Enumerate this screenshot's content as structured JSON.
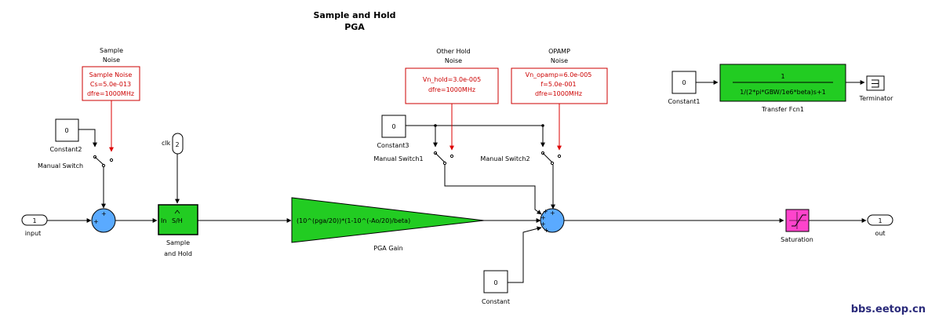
{
  "title": {
    "line1": "Sample and Hold",
    "line2": "PGA"
  },
  "blocks": {
    "inport_input": {
      "number": "1",
      "label": "input"
    },
    "outport_out": {
      "number": "1",
      "label": "out"
    },
    "clk": {
      "label": "clk",
      "number": "2"
    },
    "constant2": {
      "value": "0",
      "label": "Constant2"
    },
    "constant3": {
      "value": "0",
      "label": "Constant3"
    },
    "constant": {
      "value": "0",
      "label": "Constant"
    },
    "constant1": {
      "value": "0",
      "label": "Constant1"
    },
    "manual_switch": {
      "label": "Manual Switch"
    },
    "manual_switch1": {
      "label": "Manual Switch1"
    },
    "manual_switch2": {
      "label": "Manual Switch2"
    },
    "sample_hold": {
      "port_in": "In",
      "text": "S/H",
      "label_line1": "Sample",
      "label_line2": "and Hold"
    },
    "pga_gain": {
      "expr": "(10^(pga/20))*(1-10^(-Ao/20)/beta)",
      "label": "PGA Gain"
    },
    "saturation": {
      "label": "Saturation"
    },
    "transfer_fcn": {
      "numerator": "1",
      "denominator": "1/(2*pi*GBW/1e6*beta)s+1",
      "label": "Transfer Fcn1"
    },
    "terminator": {
      "label": "Terminator"
    },
    "sample_noise": {
      "title_line1": "Sample",
      "title_line2": "Noise",
      "line1": "Sample Noise",
      "line2": "Cs=5.0e-013",
      "line3": "dfre=1000MHz"
    },
    "other_hold_noise": {
      "title_line1": "Other Hold",
      "title_line2": "Noise",
      "line1": "Vn_hold=3.0e-005",
      "line2": "dfre=1000MHz"
    },
    "opamp_noise": {
      "title_line1": "OPAMP",
      "title_line2": "Noise",
      "line1": "Vn_opamp=6.0e-005",
      "line2": "f=5.0e-001",
      "line3": "dfre=1000MHz"
    }
  },
  "watermark": "bbs.eetop.cn",
  "colors": {
    "sum_fill": "#5aaaff",
    "gain_fill": "#22cc22",
    "noise_red": "#cc0000",
    "saturation_fill": "#ff44cc"
  }
}
